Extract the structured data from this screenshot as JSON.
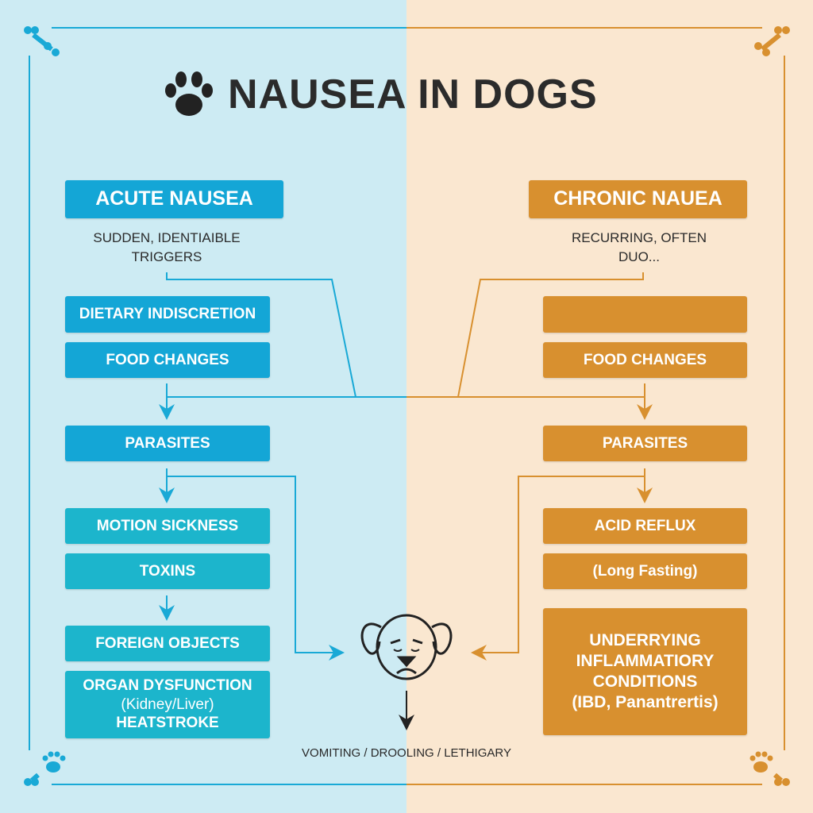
{
  "title": "NAUSEA IN DOGS",
  "acute": {
    "header": "ACUTE NAUSEA",
    "subtitle_line1": "SUDDEN, IDENTIAIBLE",
    "subtitle_line2": "TRIGGERS",
    "items": [
      "DIETARY INDISCRETION",
      "FOOD CHANGES",
      "PARASITES",
      "MOTION SICKNESS",
      "TOXINS",
      "FOREIGN OBJECTS"
    ],
    "organ": {
      "line1": "ORGAN DYSFUNCTION",
      "line2": "(Kidney/Liver)",
      "line3": "HEATSTROKE"
    }
  },
  "chronic": {
    "header": "CHRONIC NAUEA",
    "subtitle_line1": "RECURRING, OFTEN",
    "subtitle_line2": "DUO...",
    "items": [
      "",
      "FOOD CHANGES",
      "PARASITES",
      "ACID REFLUX",
      "(Long Fasting)"
    ],
    "underlying": {
      "line1": "UNDERRYING",
      "line2": "INFLAMMATIORY",
      "line3": "CONDITIONS",
      "line4": "(IBD, Panantrertis)"
    }
  },
  "symptoms": "VOMITING / DROOLING / LETHIGARY",
  "colors": {
    "blue": "#14a6d6",
    "teal": "#1cb5cc",
    "orange": "#d8902f"
  }
}
